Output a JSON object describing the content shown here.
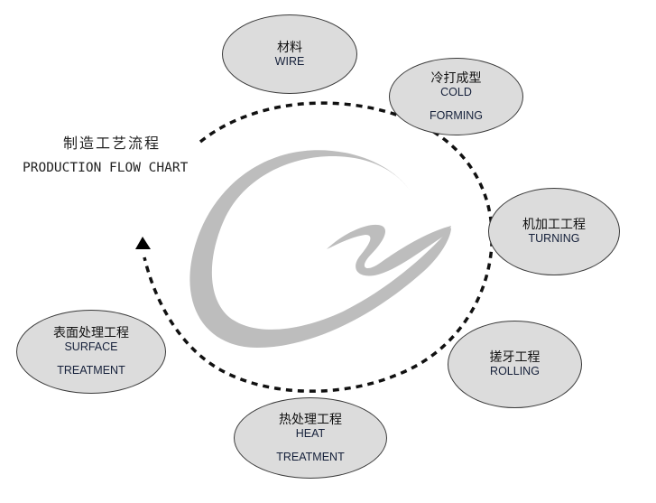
{
  "title": {
    "zh": "制造工艺流程",
    "en": "PRODUCTION FLOW CHART"
  },
  "logo": {
    "name": "cy-logo",
    "color": "#bdbdbd"
  },
  "flow": {
    "direction": "clockwise",
    "connector": "dashed",
    "arrow_icon": "triangle-up"
  },
  "steps": [
    {
      "zh": "材料",
      "en": [
        "WIRE"
      ]
    },
    {
      "zh": "冷打成型",
      "en": [
        "COLD",
        "FORMING"
      ]
    },
    {
      "zh": "机加工工程",
      "en": [
        "TURNING"
      ]
    },
    {
      "zh": "搓牙工程",
      "en": [
        "ROLLING"
      ]
    },
    {
      "zh": "热处理工程",
      "en": [
        "HEAT",
        "TREATMENT"
      ]
    },
    {
      "zh": "表面处理工程",
      "en": [
        "SURFACE",
        "TREATMENT"
      ]
    }
  ],
  "colors": {
    "node_fill": "#d9d9d9",
    "node_border": "#3a3a3a",
    "connector": "#111111",
    "logo": "#bdbdbd"
  }
}
